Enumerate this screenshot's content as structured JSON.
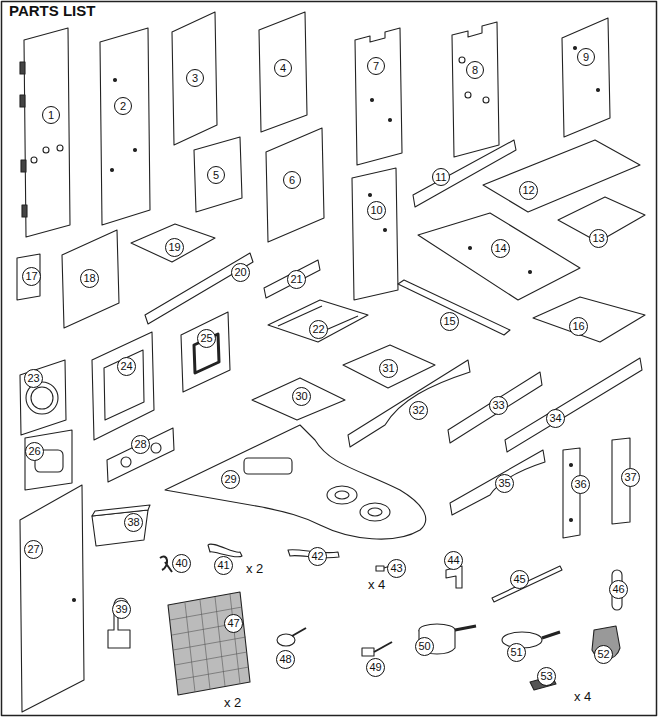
{
  "diagram": {
    "title": "PARTS LIST",
    "nodes": [
      {
        "text": [
          "1"
        ]
      },
      {
        "text": [
          "2"
        ]
      },
      {
        "text": [
          "3"
        ]
      },
      {
        "text": [
          "4"
        ]
      },
      {
        "text": [
          "5"
        ]
      },
      {
        "text": [
          "6"
        ]
      },
      {
        "text": [
          "7"
        ]
      },
      {
        "text": [
          "8"
        ]
      },
      {
        "text": [
          "9"
        ]
      },
      {
        "text": [
          "10"
        ]
      },
      {
        "text": [
          "11"
        ]
      },
      {
        "text": [
          "12"
        ]
      },
      {
        "text": [
          "13"
        ]
      },
      {
        "text": [
          "14"
        ]
      },
      {
        "text": [
          "15"
        ]
      },
      {
        "text": [
          "16"
        ]
      },
      {
        "text": [
          "17"
        ]
      },
      {
        "text": [
          "18"
        ]
      },
      {
        "text": [
          "19"
        ]
      },
      {
        "text": [
          "20"
        ]
      },
      {
        "text": [
          "21"
        ]
      },
      {
        "text": [
          "22"
        ]
      },
      {
        "text": [
          "23"
        ]
      },
      {
        "text": [
          "24"
        ]
      },
      {
        "text": [
          "25"
        ]
      },
      {
        "text": [
          "26"
        ]
      },
      {
        "text": [
          "27"
        ]
      },
      {
        "text": [
          "28"
        ]
      },
      {
        "text": [
          "29"
        ]
      },
      {
        "text": [
          "30"
        ]
      },
      {
        "text": [
          "31"
        ]
      },
      {
        "text": [
          "32"
        ]
      },
      {
        "text": [
          "33"
        ]
      },
      {
        "text": [
          "34"
        ]
      },
      {
        "text": [
          "35"
        ]
      },
      {
        "text": [
          "36"
        ]
      },
      {
        "text": [
          "37"
        ]
      },
      {
        "text": [
          "38"
        ]
      },
      {
        "text": [
          "39"
        ]
      },
      {
        "text": [
          "40"
        ]
      },
      {
        "text": [
          "41"
        ]
      },
      {
        "text": [
          "42"
        ]
      },
      {
        "text": [
          "43"
        ]
      },
      {
        "text": [
          "44"
        ]
      },
      {
        "text": [
          "45"
        ]
      },
      {
        "text": [
          "46"
        ]
      },
      {
        "text": [
          "47"
        ]
      },
      {
        "text": [
          "48"
        ]
      },
      {
        "text": [
          "49"
        ]
      },
      {
        "text": [
          "50"
        ]
      },
      {
        "text": [
          "51"
        ]
      },
      {
        "text": [
          "52"
        ]
      },
      {
        "text": [
          "53"
        ]
      }
    ],
    "labels": [
      "x 2",
      "x 4",
      "x 2",
      "x 4"
    ]
  }
}
